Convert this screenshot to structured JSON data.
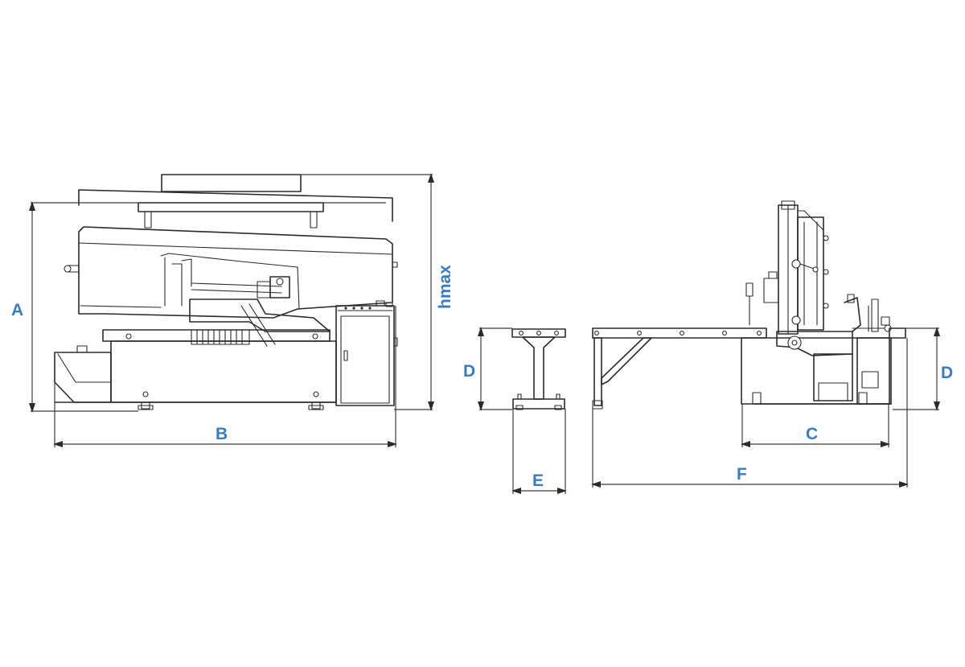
{
  "labels": {
    "a": "A",
    "b": "B",
    "c": "C",
    "d_left": "D",
    "d_right": "D",
    "e": "E",
    "f": "F",
    "hmax": "hmax"
  },
  "colors": {
    "label": "#3a7cc4",
    "line": "#2b2b2b",
    "background": "#ffffff"
  }
}
